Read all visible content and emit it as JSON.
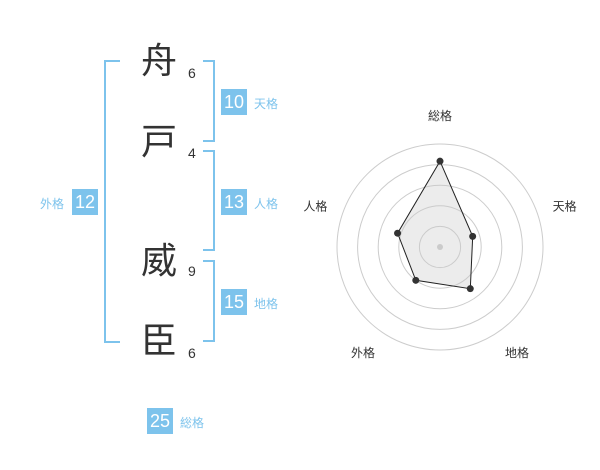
{
  "name": {
    "characters": [
      {
        "char": "舟",
        "strokes": "6"
      },
      {
        "char": "戸",
        "strokes": "4"
      },
      {
        "char": "威",
        "strokes": "9"
      },
      {
        "char": "臣",
        "strokes": "6"
      }
    ]
  },
  "fortunes": {
    "tenkaku": {
      "label": "天格",
      "value": "10"
    },
    "jinkaku": {
      "label": "人格",
      "value": "13"
    },
    "chikaku": {
      "label": "地格",
      "value": "15"
    },
    "gaikaku": {
      "label": "外格",
      "value": "12"
    },
    "soukaku": {
      "label": "総格",
      "value": "25"
    }
  },
  "colors": {
    "accent": "#7dc3ec",
    "text": "#333333",
    "grid": "#cccccc"
  },
  "chart_data": {
    "type": "radar",
    "axes": [
      "総格",
      "天格",
      "地格",
      "外格",
      "人格"
    ],
    "values": [
      25,
      10,
      15,
      12,
      13
    ]
  }
}
